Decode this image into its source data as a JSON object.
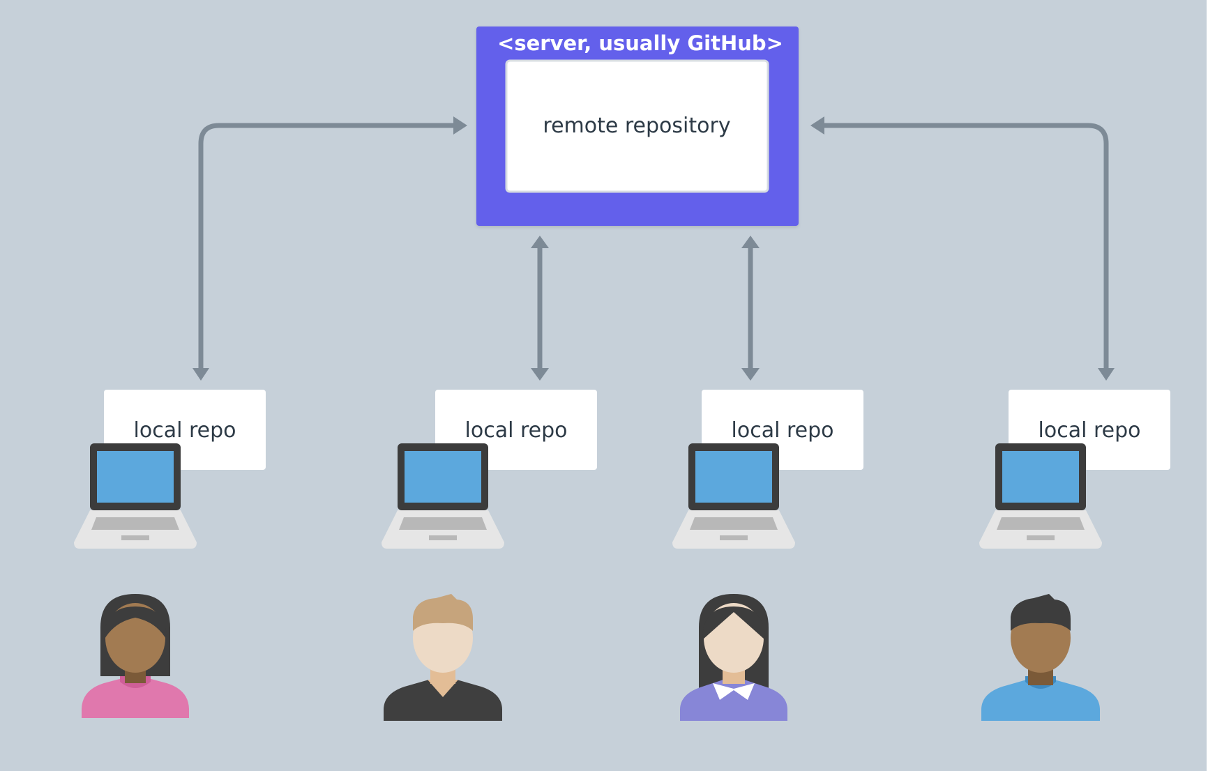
{
  "server": {
    "title": "<server, usually GitHub>",
    "repo_label": "remote repository",
    "color": "#6360eb"
  },
  "local_repo_label": "local repo",
  "arrow_color": "#7d8a96",
  "users": [
    {
      "id": "user-1",
      "hair": "#3d3d3d",
      "skin": "#a27b52",
      "shirt": "#e078ad",
      "style": "bob"
    },
    {
      "id": "user-2",
      "hair": "#c6a47c",
      "skin": "#eddac6",
      "shirt": "#3f3f3f",
      "style": "short-light"
    },
    {
      "id": "user-3",
      "hair": "#3d3d3d",
      "skin": "#eddac6",
      "shirt": "#8786d7",
      "style": "long"
    },
    {
      "id": "user-4",
      "hair": "#3d3d3d",
      "skin": "#a27b52",
      "shirt": "#5ca8dd",
      "style": "short-dark"
    }
  ]
}
